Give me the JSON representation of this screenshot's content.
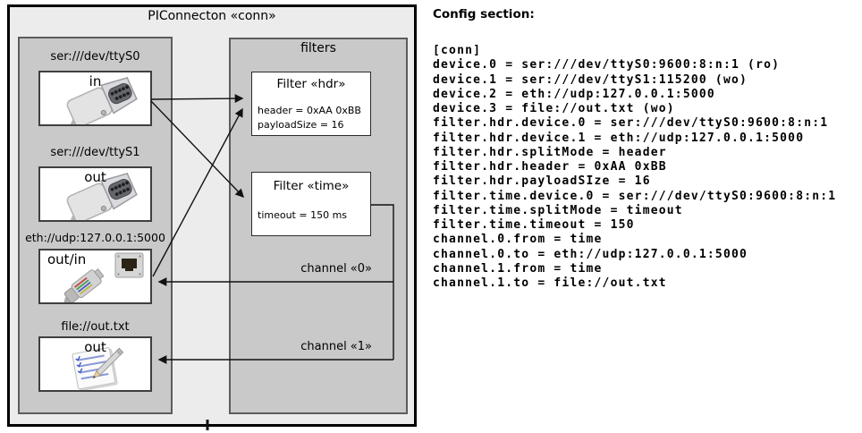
{
  "diagram": {
    "title": "PIConnecton «conn»",
    "filters_panel_title": "filters",
    "devices": [
      {
        "uri": "ser:///dev/ttyS0",
        "mode": "in",
        "icon": "serial-connector-icon"
      },
      {
        "uri": "ser:///dev/ttyS1",
        "mode": "out",
        "icon": "serial-connector-icon"
      },
      {
        "uri": "eth://udp:127.0.0.1:5000",
        "mode": "out/in",
        "icon": "ethernet-cable-icon"
      },
      {
        "uri": "file://out.txt",
        "mode": "out",
        "icon": "notepad-pencil-icon"
      }
    ],
    "filters": [
      {
        "title": "Filter «hdr»",
        "properties": [
          "header = 0xAA 0xBB",
          "payloadSize = 16"
        ]
      },
      {
        "title": "Filter «time»",
        "properties": [
          "timeout = 150 ms"
        ]
      }
    ],
    "channels": [
      {
        "label": "channel «0»"
      },
      {
        "label": "channel «1»"
      }
    ],
    "colors": {
      "outer_fill": "#ececec",
      "panel_fill": "#c9c9c9",
      "box_fill": "#ffffff",
      "line": "#111111"
    }
  },
  "config": {
    "heading": "Config section:",
    "lines": [
      "[conn]",
      "device.0 = ser:///dev/ttyS0:9600:8:n:1 (ro)",
      "device.1 = ser:///dev/ttyS1:115200 (wo)",
      "device.2 = eth://udp:127.0.0.1:5000",
      "device.3 = file://out.txt (wo)",
      "filter.hdr.device.0 = ser:///dev/ttyS0:9600:8:n:1",
      "filter.hdr.device.1 = eth://udp:127.0.0.1:5000",
      "filter.hdr.splitMode = header",
      "filter.hdr.header = 0xAA 0xBB",
      "filter.hdr.payloadSIze = 16",
      "filter.time.device.0 = ser:///dev/ttyS0:9600:8:n:1",
      "filter.time.splitMode = timeout",
      "filter.time.timeout = 150",
      "channel.0.from = time",
      "channel.0.to = eth://udp:127.0.0.1:5000",
      "channel.1.from = time",
      "channel.1.to = file://out.txt"
    ]
  }
}
